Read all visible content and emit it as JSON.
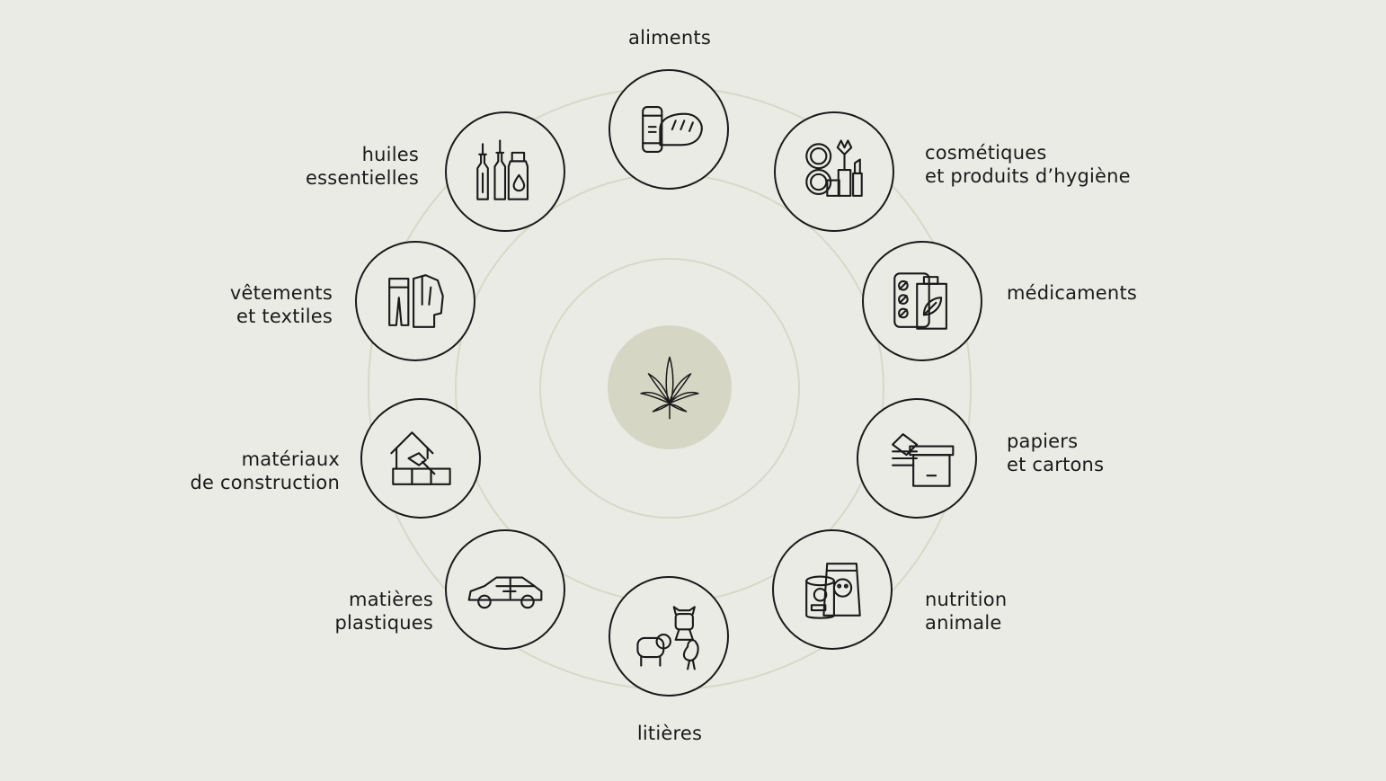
{
  "colors": {
    "background": "#ebebe6",
    "ring": "#d8d8c8",
    "center_fill": "#d6d6c4",
    "stroke": "#1a1a1a"
  },
  "center": {
    "icon": "hemp-leaf-icon"
  },
  "items": [
    {
      "id": "aliments",
      "lines": [
        "aliments"
      ],
      "icon": "food-icon"
    },
    {
      "id": "cosmetiques",
      "lines": [
        "cosmétiques",
        "et produits d’hygiène"
      ],
      "icon": "cosmetics-icon"
    },
    {
      "id": "medicaments",
      "lines": [
        "médicaments"
      ],
      "icon": "medicine-icon"
    },
    {
      "id": "papiers",
      "lines": [
        "papiers",
        "et cartons"
      ],
      "icon": "paper-box-icon"
    },
    {
      "id": "nutrition",
      "lines": [
        "nutrition",
        "animale"
      ],
      "icon": "pet-food-icon"
    },
    {
      "id": "litieres",
      "lines": [
        "litières"
      ],
      "icon": "livestock-icon"
    },
    {
      "id": "plastiques",
      "lines": [
        "matières",
        "plastiques"
      ],
      "icon": "car-icon"
    },
    {
      "id": "construction",
      "lines": [
        "matériaux",
        "de construction"
      ],
      "icon": "house-construction-icon"
    },
    {
      "id": "vetements",
      "lines": [
        "vêtements",
        "et textiles"
      ],
      "icon": "clothing-icon"
    },
    {
      "id": "huiles",
      "lines": [
        "huiles",
        "essentielles"
      ],
      "icon": "oil-bottles-icon"
    }
  ]
}
